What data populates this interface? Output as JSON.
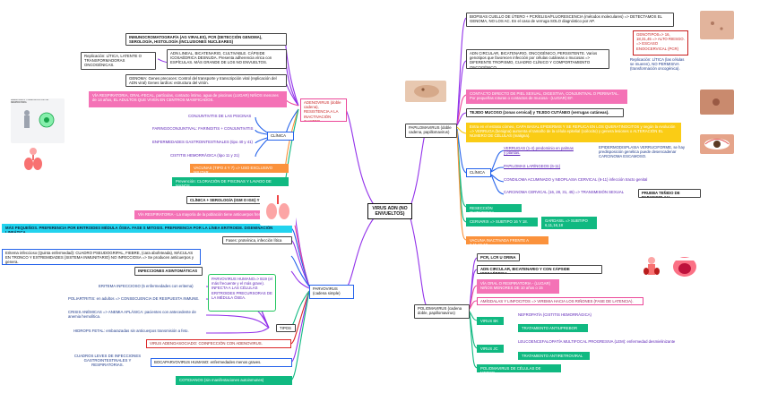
{
  "central": {
    "label": "VIRUS ADN (NO ENVUELTOS)"
  },
  "adeno": {
    "title": "ADENOVIRUS (doble cadena), RESISTENCIA A LA INACTIVACIÓN GASTRO INTESTINAL.",
    "inmuno": "INMUNOCROMATOGRAFÍA (AG VIRALES), PCR (DETECCIÓN GENOMA), SEROLOGÍA, HISTOLOGÍA (INCLUSIONES NUCLEARES)",
    "replicacion": "Replicación: LÍTICA, LATENTE O TRANSFORMADORAS ONCOGÉNICAS.",
    "adn": "ADN LINEAL, BICATENARIO, CULTIVABLE. CÁPSIDE ICOSAÉDRICA DESNUDA. Presenta adherencia vírica con ESPÍCULAS. MÁS GRANDE DE LOS NO ENVUELTOS.",
    "genoma": "GENOMA: Genes precoces: Control del transporte y transcripción viral (replicación del ADN viral) Genes tardíos: estructura del virión.",
    "via": "VÍA RESPIRATORIA, ORAL-FECAL, partículas, contacto íntimo, agua de piscinas (LUGAR) NIÑOS menores de 14 años, EL ADULTOS QUE VIVEN EN CENTROS MASIFICADOS.",
    "clinica_label": "CLÍNICA",
    "clinica": [
      "CONJUNTIVITIS DE LAS PISCINAS",
      "FARINGOCONJUNTIVAL: FARINGITIS + CONJUNTIVITIS",
      "ENFERMEDADES GASTROINTESTINALES (tipo 40 y 41)",
      "CISTITIS HEMORRÁGICA (tipo 11 y 21)"
    ],
    "vacunas": "VACUNAS (TIPO 4 Y 7) => USO EXCLUSIVO MILITAR",
    "prevencion": "Prevención: CLORACIÓN DE PISCINAS Y LAVADO DE MANOS"
  },
  "parvo": {
    "title": "PARVOVIRUS (cadena simple)",
    "clinica_sero": "CLÍNICA + SEROLOGÍA (IGM O IGG) Y DETECCIÓN ADN.",
    "via": "VÍA RESPIRATORIA - La mayoría de la población tiene anticuerpos frente al virus.",
    "pequenos": "MÁS PEQUEÑOS. PREFERENCIA POR ERITROIDES MÉDULA ÓSEA. FASE S MITOSIS. PREFERENCIA POR LA LÍNEA ERITROIDE. DISEMINACIÓN LINFÁTICA",
    "fases": "Fases: proteínica, infección lítica",
    "eritema": "Eritema infeccioso (Quinta enfermedad): CUADRO PSEUDOGRIPAL, FIEBRE, (cara abofeteada), MÁCULAS EN TRONCO Y EXTREMIDADES (SISTEMA INMUNITARIO) NO INFECCIOSA => Se producen anticuerpos y genera.",
    "infecciones_asint": "INFECCIONES ASINTOMÁTICAS",
    "tipos_label": "TIPOS",
    "tipos": [
      "ERITEMA INFECCIOSO (5 enfermedades con eritema)",
      "POLIARTRITIS: en adultos => CONSECUENCIA DE RESPUESTA INMUNE.",
      "CRISIS ANÉMICAS => ANEMIA APLÁSICA: pacientes con antecedente de anemia hemolítica.",
      "HIDROPS FETAL: embarazadas sin anticuerpos transmisión a feto."
    ],
    "parvovirus_humano": "PARVOVIRUS HUMANO=> B19 (el más frecuente y el más grave). INFECTA A LAS CÉLULAS ERITROIDES PRECURSORAS DE LA MÉDULA ÓSEA.",
    "adenoasociado": "VIRUS ADENOASOCIADO: COINFECCIÓN CON ADENOVIRUS.",
    "bocaparvovirus": "BOCAPARVOVIRUS HUMANO: enfermedades menos graves.",
    "cuadros": "CUADROS LEVES DE INFECCIONES GASTROINTESTINALES Y RESPIRATORIAS.",
    "cotidianos": "COTIDIANOS (sin manifestaciones autoinmunes)"
  },
  "papiloma": {
    "title": "PAPILOMAVIRUS (doble cadena, papillomavirus)",
    "biopsias": "BIOPSIAS CUELLO DE ÚTERO + PCR/ELISA/FLUORESCENCIA (métodos moleculares) => DETECTAMOS EL GENOMA, NO LOS AC. En el caso de verruga SOLO diagnóstico por AP.",
    "adn": "ADN CIRCULAR, BICATENARIO, ONCOGÉNICO, PERSISTENTE. Varios genotipos que favorecen infección por células cutáneas o mucosas => DIFERENTE TROPISMO, CUADRO CLÍNICO Y COMPORTAMIENTO ONCOGÉNICO.",
    "genotipos": "GENOTIPOS=> 16, 18,31,45 => ALTO RIESGO. => ESCASO ENOOCERVICAL (PCR)",
    "replicacion": "Replicación: LÍTICA (las células se mueren), NO PERMISIVA (transformación oncogénica).",
    "contacto": "CONTACTO DIRECTO DE PIEL SEXUAL, DIGESTIVA, CONJUNTIVAL O PERINATAL. Por pequeñas roturas o contactos de mucosa - (LUGAR) EF.",
    "tejido": "TEJIDO MUCOSO (zonas cervical) y TEJIDO CUTÁNEO (verrugas cutáneas).",
    "lesion": "Entra en el estrato córneo, CAPA BASAL EPIDERMIS Y SE REPLICA EN LOS QUERATINOCITOS y según la evolución => VERRUGA (benigna) aumenta el tamaño de la célula epitelial (coilocito) y genera lesiones o ALTERACIÓN EL NÚMERO DE CÉLULAS (maligna).",
    "clinica_label": "CLÍNICA",
    "clinica": [
      "VERRUGAS (1-4) predominio en palmas y plantas.",
      "PAPILOMAS LARÍNGEOS (6-11)",
      "CONDILOMA ACUMINADO y NEOPLASIA CERVICAL (6-11) infección tracto genital",
      "CARCINOMA CERVICAL (16, 28, 31, 45) => TRANSMISIÓN SEXUAL"
    ],
    "epidermo": "EPIDERMODISPLASIA VERRUCIFORME, se hay predisposición genética puede desencadenar CARCINOMA ESCAMOSO.",
    "prueba": "PRUEBA TEÑIDO DE PAPANICOLAU",
    "reseccion": "RESECCIÓN QUIRÚRGICA",
    "cervarix": "CERVARIX => SUBTIPO 16 Y 18.",
    "gardasil": "GARDASIL => SUBTIPO 6,11,16,18",
    "vacuna": "VACUNA INACTIVADA FRENTE A 6,11,16,18"
  },
  "polioma": {
    "title": "POLIOMAVIRUS (cadena doble, papillomavirus)",
    "pcr": "PCR, LCR U ORINA",
    "adn": "ADN CIRCULAR, BICATENARIO Y CON CÁPSIDE ICOSAÉDRICA.",
    "via": "VÍA ORAL O RESPIRATORIA - (LUGAR) NIÑOS MENORES DE 10 años o 15",
    "amigdalas": "AMÍGDALAS Y LINFOCITOS => VIREMIA HACIA LOS RIÑONES (FASE DE LATENCIA).",
    "bk_label": "VIRUS BK",
    "bk_nef": "NEFROPATÍA (CISTITIS HEMORRÁGICA)",
    "bk_trat": "TRATAMIENTO ANTIUPREBOR",
    "jc_label": "VIRUS JC",
    "jc_leuco": "LEUCOENCEFALOPATÍA MULTIFOCAL PROGRESIVA (LEM): enfermedad desmielinizante",
    "jc_trat": "TRATAMIENTO ANTIRETROVIRAL",
    "celulas": "POLIOMAVIRUS DE CÉLULAS DE MERKEL"
  },
  "figure_caption": "ADENOVIRUS Y INFECCIÓN POR VÍA RESPIRATORIA",
  "colors": {
    "purple": "#9333ea",
    "pink": "#f472b6",
    "green": "#10b981",
    "orange": "#fb923c",
    "yellow": "#facc15",
    "cyan": "#22d3ee",
    "blue": "#2563eb",
    "red": "#dc2626"
  }
}
